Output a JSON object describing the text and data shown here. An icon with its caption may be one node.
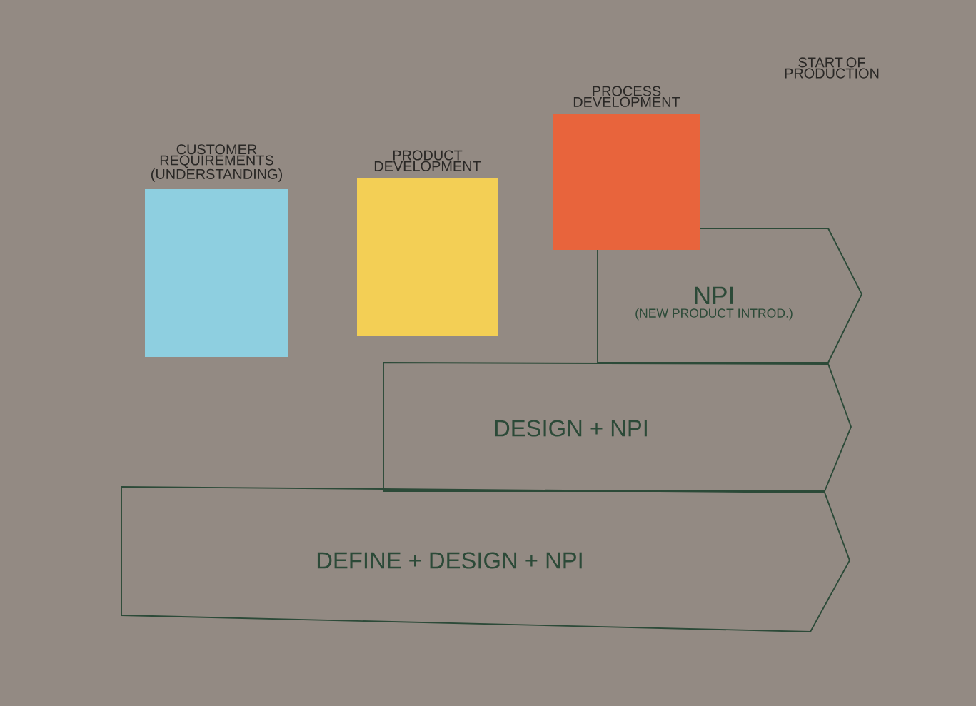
{
  "diagram": {
    "nodes": [
      {
        "text": [
          "CUSTOMER REQUIREMENTS (UNDERSTANDING)"
        ]
      },
      {
        "text": [
          "PRODUCT DEVELOPMENT"
        ]
      },
      {
        "text": [
          "PROCESS DEVELOPMENT"
        ]
      },
      {
        "text": [
          "NPI",
          "(NEW PRODUCT INTROD.)"
        ]
      },
      {
        "text": [
          "DESIGN + NPI"
        ]
      },
      {
        "text": [
          "DEFINE + DESIGN + NPI"
        ]
      }
    ],
    "labels": [
      "START OF PRODUCTION"
    ]
  }
}
